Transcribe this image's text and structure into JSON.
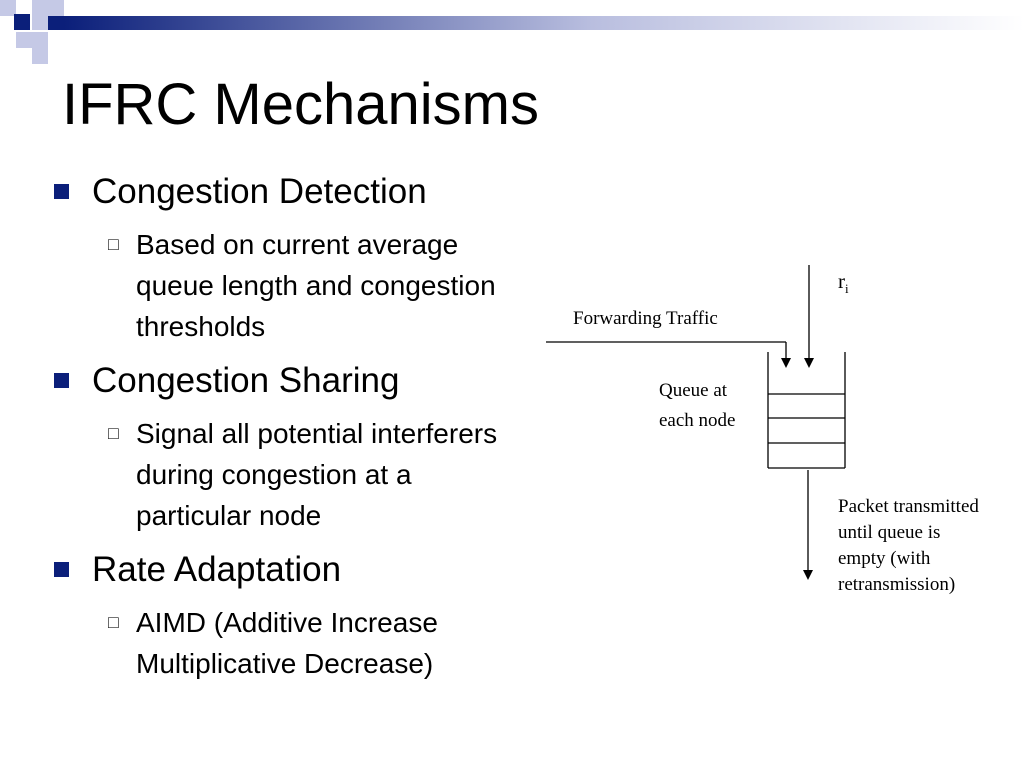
{
  "slide": {
    "title": "IFRC Mechanisms",
    "bullets": [
      {
        "label": "Congestion Detection",
        "sub": [
          "Based on current average",
          "queue length and congestion",
          "thresholds"
        ]
      },
      {
        "label": "Congestion Sharing",
        "sub": [
          "Signal all potential interferers",
          "during congestion at a",
          "particular node"
        ]
      },
      {
        "label": "Rate Adaptation",
        "sub": [
          "AIMD (Additive Increase",
          "Multiplicative Decrease)"
        ]
      }
    ]
  },
  "diagram": {
    "rate_label": "r",
    "rate_subscript": "i",
    "forwarding_label": "Forwarding Traffic",
    "queue_label": [
      "Queue at",
      "each node"
    ],
    "output_label": [
      "Packet transmitted",
      "until queue is",
      "empty (with",
      "retransmission)"
    ]
  },
  "colors": {
    "bullet": "#0b1f7a",
    "deco_dark": "#0b1f7a",
    "deco_light": "#c5c9e6"
  }
}
